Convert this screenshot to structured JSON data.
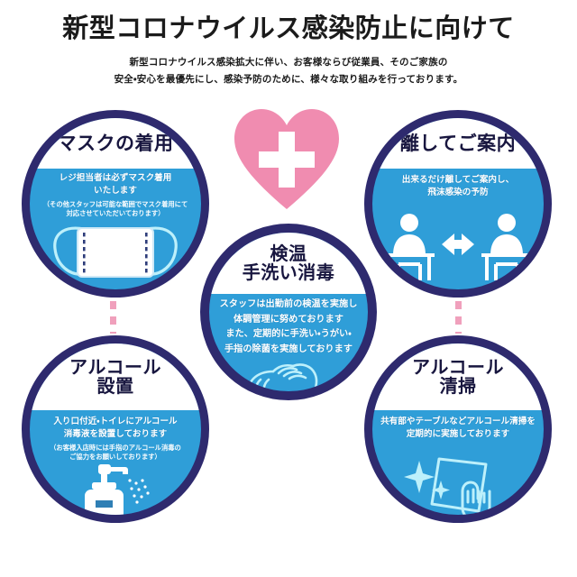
{
  "header": {
    "title": "新型コロナウイルス感染防止に向けて",
    "subtitle_line1": "新型コロナウイルス感染拡大に伴い、お客様ならび従業員、そのご家族の",
    "subtitle_line2": "安全・安心を最優先にし、感染予防のために、様々な取り組みを行っております。"
  },
  "colors": {
    "circle_border": "#2e2a6e",
    "circle_body": "#2f9ed8",
    "cap_background": "#ffffff",
    "title_text": "#18163f",
    "heart_pink": "#f08cb0",
    "connector_pink": "#f0a0bc",
    "icon_line": "#bdf0fb",
    "page_background": "#ffffff"
  },
  "heart": {
    "icon": "heart-with-cross-icon",
    "cross_color": "#ffffff"
  },
  "circles": [
    {
      "id": "mask",
      "title": "マスクの着用",
      "lead": "レジ担当者は必ずマスク着用\nいたします",
      "note": "（その他スタッフは可能な範囲でマスク着用にて\n対応させていただいております）",
      "icon": "surgical-mask-icon"
    },
    {
      "id": "distance",
      "title": "離してご案内",
      "lead": "出来るだけ離してご案内し、\n飛沫感染の予防",
      "note": "",
      "icon": "seated-people-distance-arrow-icon"
    },
    {
      "id": "center",
      "title": "検温\n手洗い消毒",
      "lead": "スタッフは出勤前の検温を実施し\n体調管理に努めております\nまた、定期的に手洗い・うがい・\n手指の除菌を実施しております",
      "note": "",
      "icon": "hand-washing-icon"
    },
    {
      "id": "alcohol-set",
      "title": "アルコール\n設置",
      "lead": "入り口付近・トイレにアルコール\n消毒液を設置しております",
      "note": "（お客様入店時には手指のアルコール消毒の\nご協力をお願いしております）",
      "icon": "sanitizer-pump-bottle-icon"
    },
    {
      "id": "alcohol-clean",
      "title": "アルコール\n清掃",
      "lead": "共有部やテーブルなどアルコール清掃を\n定期的に実施しております",
      "note": "",
      "icon": "hand-wiping-cloth-sparkle-icon"
    }
  ]
}
